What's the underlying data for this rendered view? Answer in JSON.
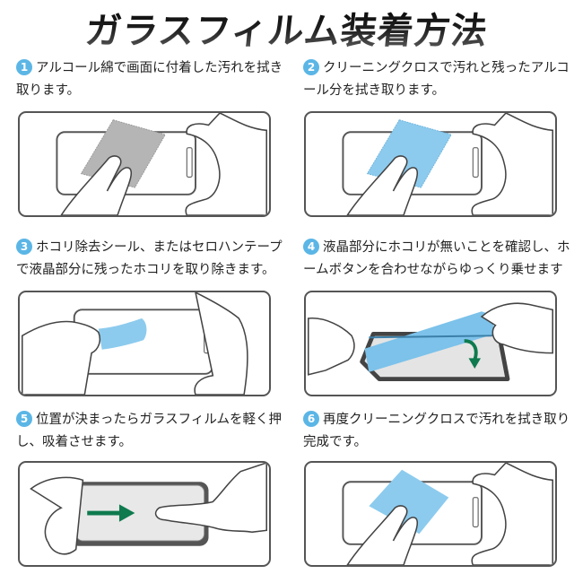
{
  "title": "ガラスフィルム装着方法",
  "colors": {
    "badge": "#5bb6e6",
    "cloth_blue": "#8ccbee",
    "cloth_gray": "#b5b5b5",
    "arrow_green": "#0e7a4e"
  },
  "steps": [
    {
      "number": "1",
      "text": "アルコール綿で画面に付着した汚れを拭き取ります。",
      "illustration": "gray-cloth-wipe"
    },
    {
      "number": "2",
      "text": "クリーニングクロスで汚れと残ったアルコール分を拭き取ります。",
      "illustration": "blue-cloth-wipe"
    },
    {
      "number": "3",
      "text": "ホコリ除去シール、またはセロハンテープで液晶部分に残ったホコリを取り除きます。",
      "illustration": "dust-sticker"
    },
    {
      "number": "4",
      "text": "液晶部分にホコリが無いことを確認し、ホームボタンを合わせながらゆっくり乗せます",
      "illustration": "place-film"
    },
    {
      "number": "5",
      "text": "位置が決まったらガラスフィルムを軽く押し、吸着させます。",
      "illustration": "press-film"
    },
    {
      "number": "6",
      "text": "再度クリーニングクロスで汚れを拭き取り完成です。",
      "illustration": "final-wipe"
    }
  ]
}
